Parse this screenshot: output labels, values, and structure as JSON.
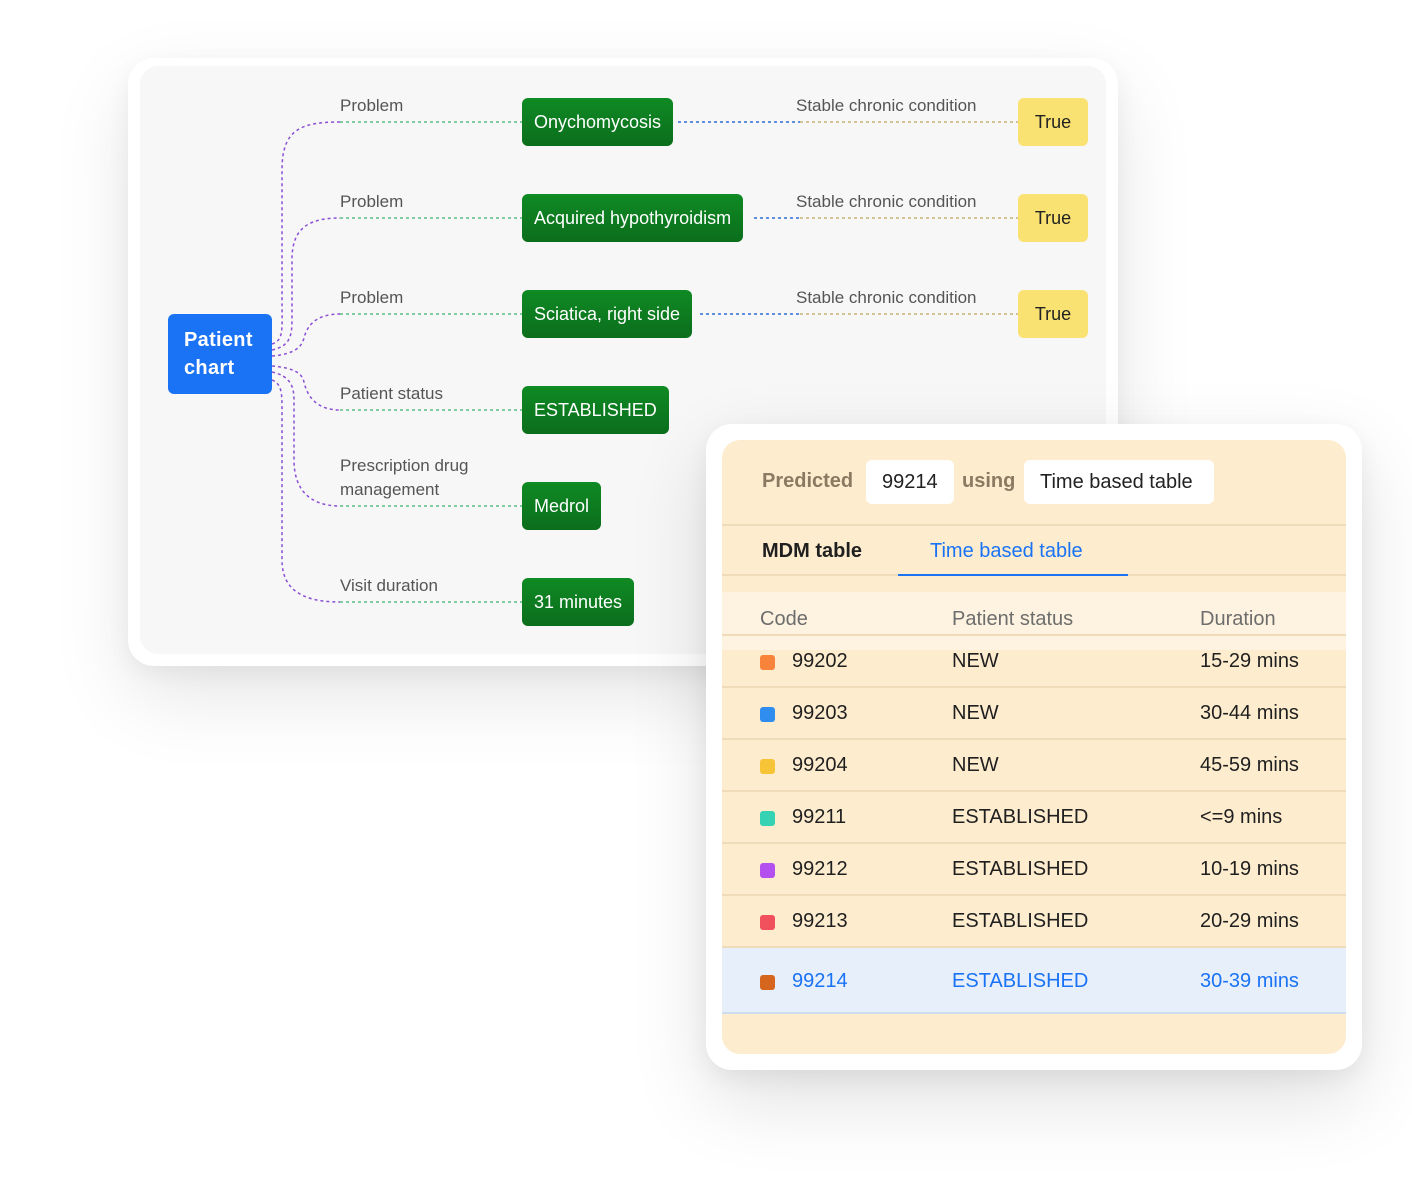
{
  "graph": {
    "root_label": "Patient chart",
    "edges": [
      {
        "relation": "Problem",
        "value": "Onychomycosis",
        "attribute": "Stable chronic condition",
        "attribute_value": "True"
      },
      {
        "relation": "Problem",
        "value": "Acquired hypothyroidism",
        "attribute": "Stable chronic condition",
        "attribute_value": "True"
      },
      {
        "relation": "Problem",
        "value": "Sciatica, right side",
        "attribute": "Stable chronic condition",
        "attribute_value": "True"
      },
      {
        "relation": "Patient status",
        "value": "ESTABLISHED"
      },
      {
        "relation_line1": "Prescription drug",
        "relation_line2": "management",
        "value": "Medrol"
      },
      {
        "relation": "Visit duration",
        "value": "31 minutes"
      }
    ]
  },
  "prediction": {
    "predicted_label": "Predicted",
    "code": "99214",
    "using_label": "using",
    "table_name": "Time based table"
  },
  "tabs": [
    {
      "label": "MDM table",
      "active": false
    },
    {
      "label": "Time based table",
      "active": true
    }
  ],
  "table": {
    "columns": [
      "Code",
      "Patient status",
      "Duration"
    ],
    "rows": [
      {
        "code": "99202",
        "status": "NEW",
        "duration": "15-29 mins",
        "color": "#f7843a"
      },
      {
        "code": "99203",
        "status": "NEW",
        "duration": "30-44 mins",
        "color": "#2f8df0"
      },
      {
        "code": "99204",
        "status": "NEW",
        "duration": "45-59 mins",
        "color": "#f8c437"
      },
      {
        "code": "99211",
        "status": "ESTABLISHED",
        "duration": "<=9 mins",
        "color": "#35d3b3"
      },
      {
        "code": "99212",
        "status": "ESTABLISHED",
        "duration": "10-19 mins",
        "color": "#b450f0"
      },
      {
        "code": "99213",
        "status": "ESTABLISHED",
        "duration": "20-29 mins",
        "color": "#f0505c"
      },
      {
        "code": "99214",
        "status": "ESTABLISHED",
        "duration": "30-39 mins",
        "color": "#d6651e",
        "selected": true
      }
    ]
  },
  "colors": {
    "accent": "#1a73f5",
    "node_green": "#0b7a20",
    "bool_yellow": "#f9e272",
    "table_bg": "#fdecce"
  }
}
